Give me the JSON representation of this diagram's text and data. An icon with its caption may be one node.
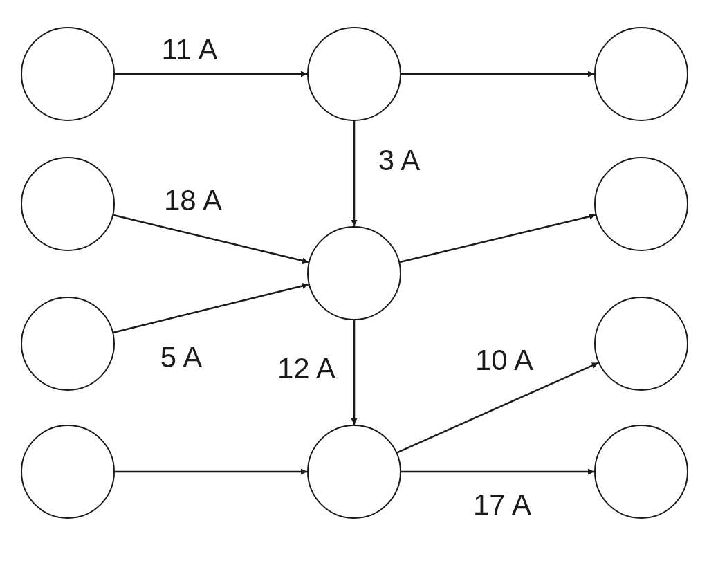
{
  "diagram": {
    "nodes": [
      {
        "text": [],
        "shape": "circle"
      },
      {
        "text": [],
        "shape": "circle"
      },
      {
        "text": [],
        "shape": "circle"
      },
      {
        "text": [],
        "shape": "circle"
      },
      {
        "text": [],
        "shape": "circle"
      },
      {
        "text": [],
        "shape": "circle"
      },
      {
        "text": [],
        "shape": "circle"
      },
      {
        "text": [],
        "shape": "circle"
      },
      {
        "text": [],
        "shape": "circle"
      },
      {
        "text": [],
        "shape": "circle"
      },
      {
        "text": [],
        "shape": "circle"
      }
    ],
    "edges": [
      {
        "from": 0,
        "to": 1,
        "arrow": "to",
        "label": "11 A"
      },
      {
        "from": 1,
        "to": 2,
        "arrow": "to"
      },
      {
        "from": 1,
        "to": 5,
        "arrow": "to",
        "label": "3 A"
      },
      {
        "from": 3,
        "to": 5,
        "arrow": "to",
        "label": "18 A"
      },
      {
        "from": 6,
        "to": 5,
        "arrow": "to",
        "label": "5 A"
      },
      {
        "from": 5,
        "to": 4,
        "arrow": "to"
      },
      {
        "from": 5,
        "to": 9,
        "arrow": "to",
        "label": "12 A"
      },
      {
        "from": 8,
        "to": 9,
        "arrow": "to"
      },
      {
        "from": 9,
        "to": 7,
        "arrow": "to",
        "label": "10 A"
      },
      {
        "from": 9,
        "to": 10,
        "arrow": "to",
        "label": "17 A"
      }
    ]
  }
}
